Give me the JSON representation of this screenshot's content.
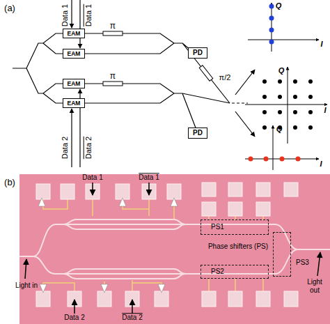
{
  "diagram": {
    "nodes": [
      {
        "text": [
          "EAM"
        ]
      },
      {
        "text": [
          "EAM"
        ]
      },
      {
        "text": [
          "PD"
        ]
      },
      {
        "text": [
          "EAM"
        ]
      },
      {
        "text": [
          "EAM"
        ]
      },
      {
        "text": [
          "PD"
        ]
      },
      {
        "text": [
          "PS1"
        ]
      },
      {
        "text": [
          "PS3"
        ]
      },
      {
        "text": [
          "PS2"
        ]
      }
    ],
    "labels": [
      "(a)",
      "Data 1",
      "Data 1",
      "π",
      "π",
      "π/2",
      "Q",
      "I",
      "Q",
      "I",
      "Q",
      "I",
      "Data 2",
      "Data 2",
      "(b)",
      "Data 1",
      "Data 1",
      "Phase shifters (PS)",
      "Light in",
      "Light out",
      "Data 2",
      "Data 2"
    ]
  }
}
